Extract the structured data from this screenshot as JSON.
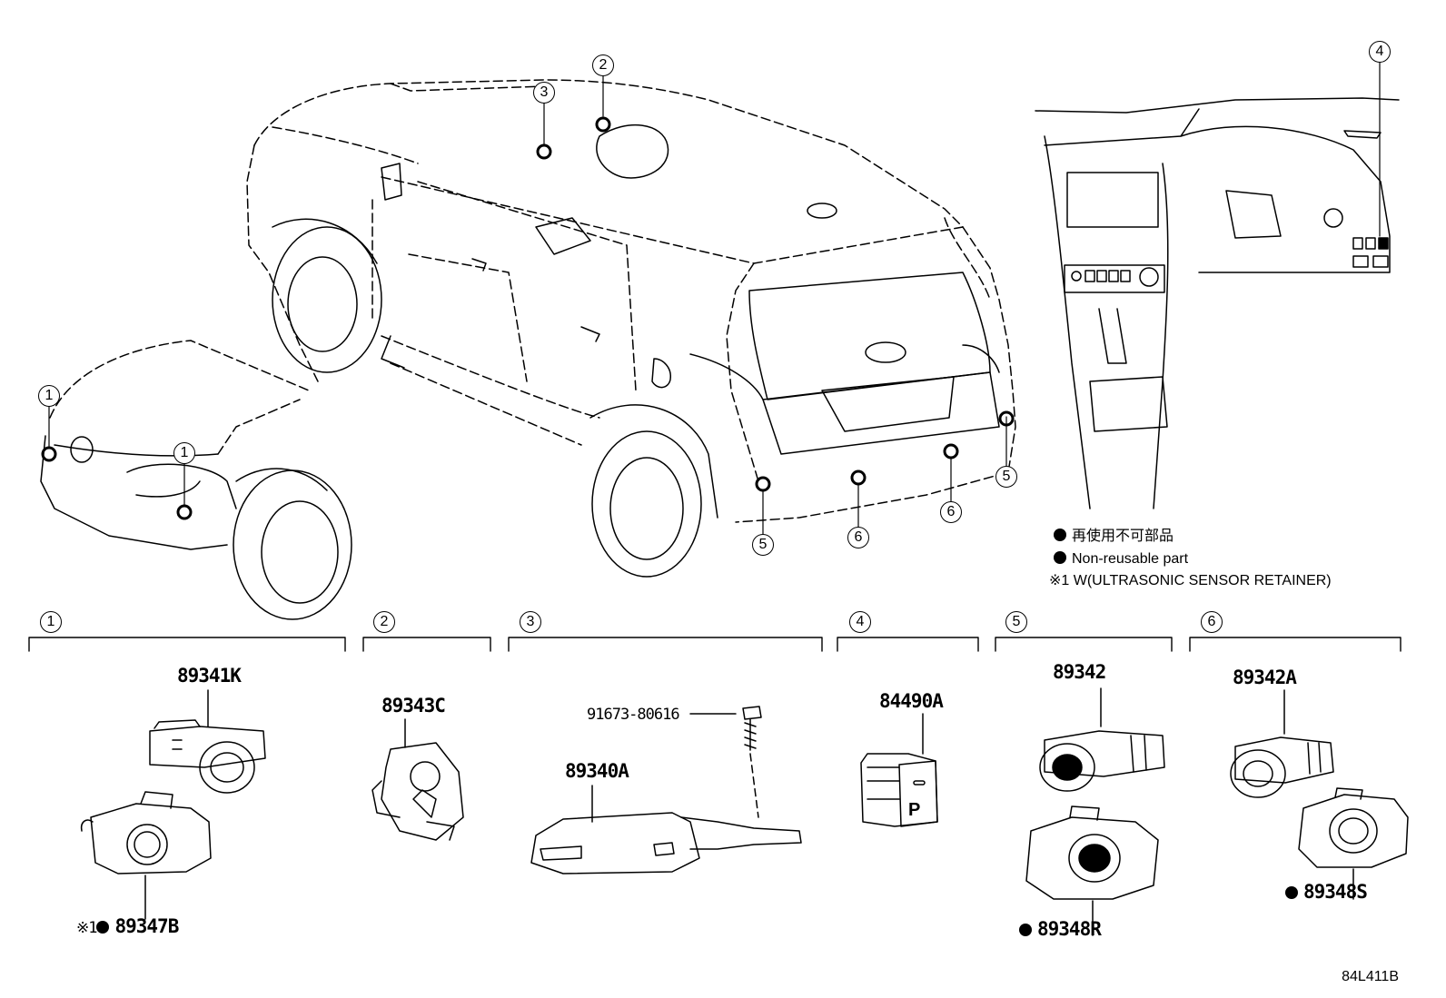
{
  "diagram": {
    "callouts": {
      "c1": "1",
      "c2": "2",
      "c3": "3",
      "c4": "4",
      "c5": "5",
      "c6": "6"
    },
    "groups": [
      {
        "label": "1",
        "parts": [
          "89341K",
          "89347B"
        ]
      },
      {
        "label": "2",
        "parts": [
          "89343C"
        ]
      },
      {
        "label": "3",
        "parts": [
          "91673-80616",
          "89340A"
        ]
      },
      {
        "label": "4",
        "parts": [
          "84490A"
        ]
      },
      {
        "label": "5",
        "parts": [
          "89342",
          "89348R"
        ]
      },
      {
        "label": "6",
        "parts": [
          "89342A",
          "89348S"
        ]
      }
    ],
    "parts": {
      "p89341K": "89341K",
      "p89347B": "89347B",
      "p89347B_prefix": "※1",
      "p89343C": "89343C",
      "p91673": "91673-80616",
      "p89340A": "89340A",
      "p84490A": "84490A",
      "p89342": "89342",
      "p89348R": "89348R",
      "p89342A": "89342A",
      "p89348S": "89348S"
    },
    "legend": {
      "line1": "再使用不可部品",
      "line2": "Non-reusable part",
      "line3": "※1 W(ULTRASONIC SENSOR RETAINER)"
    },
    "switch_label": "P",
    "drawing_code": "84L411B"
  }
}
